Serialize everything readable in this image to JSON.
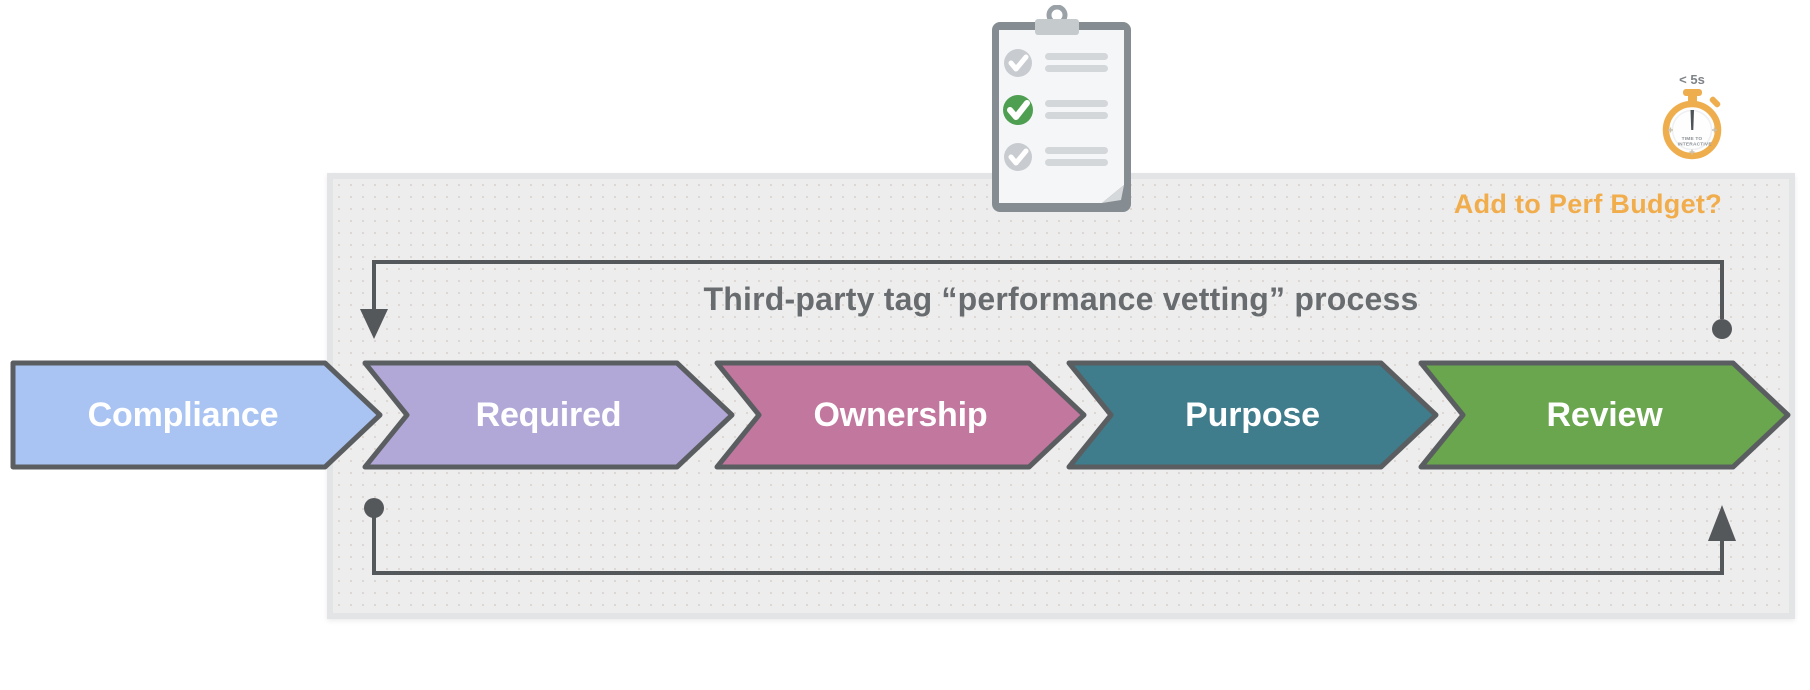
{
  "diagram": {
    "title": "Third-party tag “performance vetting” process",
    "perf_budget_question": "Add to Perf Budget?",
    "stopwatch": {
      "label": "< 5s",
      "dial_caption_line1": "TIME TO",
      "dial_caption_line2": "INTERACTIVE"
    },
    "stages": [
      {
        "label": "Compliance",
        "color": "#a9c4f2"
      },
      {
        "label": "Required",
        "color": "#b2a8d8"
      },
      {
        "label": "Ownership",
        "color": "#c1779e"
      },
      {
        "label": "Purpose",
        "color": "#3f7c8c"
      },
      {
        "label": "Review",
        "color": "#69a64d"
      }
    ],
    "colors": {
      "accent_orange": "#f1ad4c",
      "flow_outline": "#55585b",
      "chevron_outline": "#5b5e61",
      "panel_background": "#ededee",
      "check_green": "#4f9f53"
    }
  }
}
